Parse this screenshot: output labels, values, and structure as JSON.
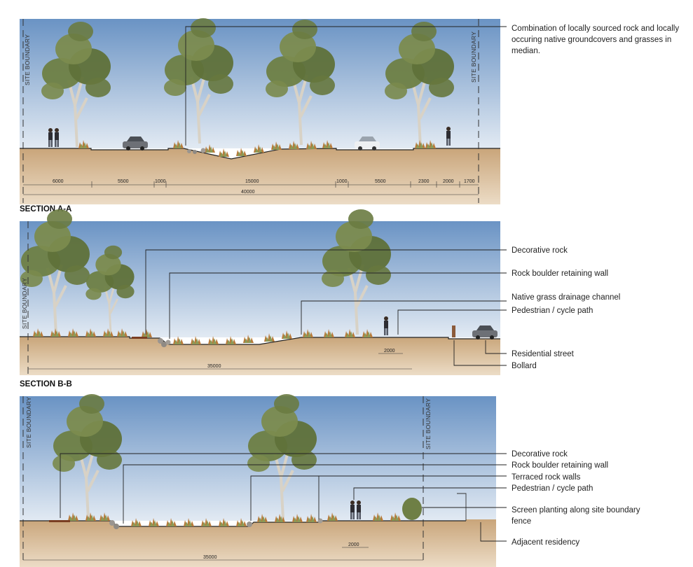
{
  "sections": [
    {
      "title": "SECTION A-A",
      "boundary_label": "SITE BOUNDARY",
      "dimensions": [
        "6000",
        "5500",
        "1000",
        "15000",
        "1000",
        "5500",
        "2300",
        "2000",
        "1700"
      ],
      "total_dimension": "40000",
      "callouts": [
        "Combination of locally sourced rock and locally",
        "occuring native groundcovers and grasses in",
        "median."
      ]
    },
    {
      "title": "SECTION B-B",
      "boundary_label": "SITE BOUNDARY",
      "dimensions": [
        "2000"
      ],
      "total_dimension": "35000",
      "callouts": [
        "Decorative rock",
        "Rock boulder retaining wall",
        "Native grass drainage channel",
        "Pedestrian / cycle path",
        "Residential street",
        "Bollard"
      ]
    },
    {
      "title": "",
      "boundary_label": "SITE BOUNDARY",
      "dimensions": [
        "2000"
      ],
      "total_dimension": "35000",
      "callouts": [
        "Decorative rock",
        "Rock boulder retaining wall",
        "Terraced rock walls",
        "Pedestrian / cycle path",
        "Screen planting along site boundary",
        "fence",
        "Adjacent residency"
      ]
    }
  ],
  "colors": {
    "sky_top": "#6a93c4",
    "sky_bottom": "#dfe8f2",
    "soil": "#d9b98f",
    "soil_dark": "#c29a6b",
    "tree_foliage": "#6e7f45",
    "tree_trunk": "#d8d2c6",
    "grass": "#c9803a"
  }
}
